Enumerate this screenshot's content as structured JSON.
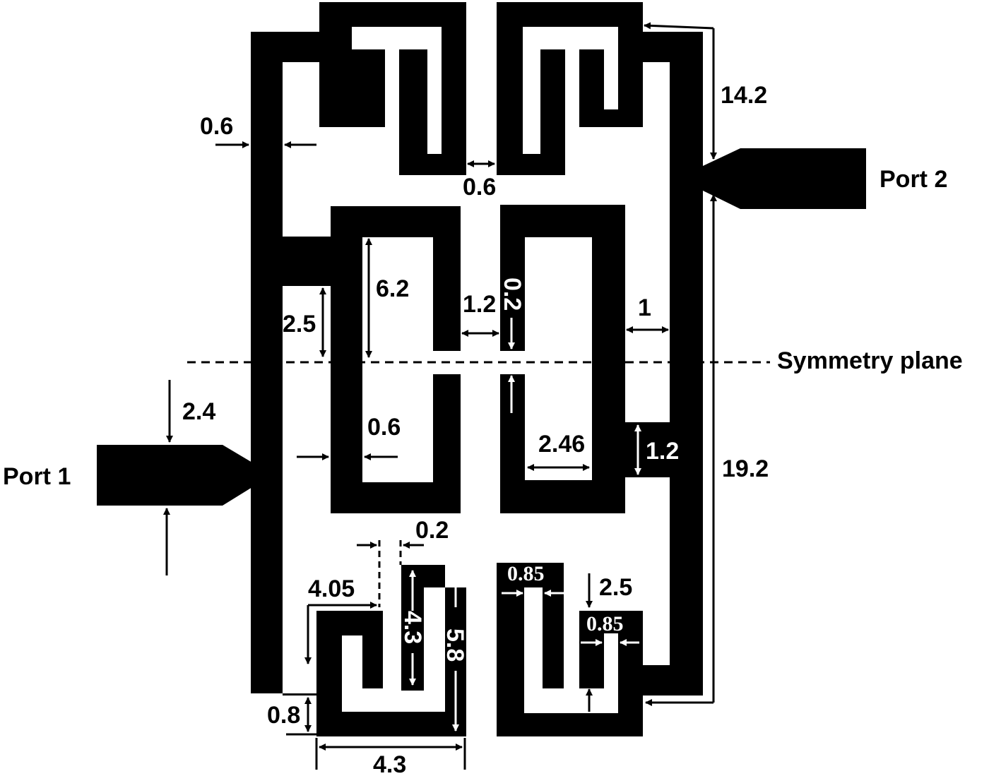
{
  "ports": {
    "port1": "Port 1",
    "port2": "Port 2"
  },
  "symmetry_plane": "Symmetry plane",
  "dimensions": {
    "feed_line_width": "0.6",
    "top_gap": "0.6",
    "ring_height": "14.2",
    "port1_width": "2.4",
    "inner_stub_offset": "2.5",
    "resonator_height": "6.2",
    "resonator_gap": "1.2",
    "tip_gap": "0.2",
    "ring_gap": "1",
    "inner_width": "0.6",
    "inner_slot": "2.46",
    "tap_width": "1.2",
    "total_height": "19.2",
    "small_gap": "0.2",
    "bottom_offset": "4.05",
    "bottom_inner": "4.3",
    "bottom_height": "5.8",
    "bottom_line": "0.8",
    "bottom_width": "4.3",
    "slot_width_1": "0.85",
    "slot_width_2": "0.85",
    "stub_length": "2.5"
  },
  "colors": {
    "metal": "#000000",
    "background": "#ffffff"
  }
}
